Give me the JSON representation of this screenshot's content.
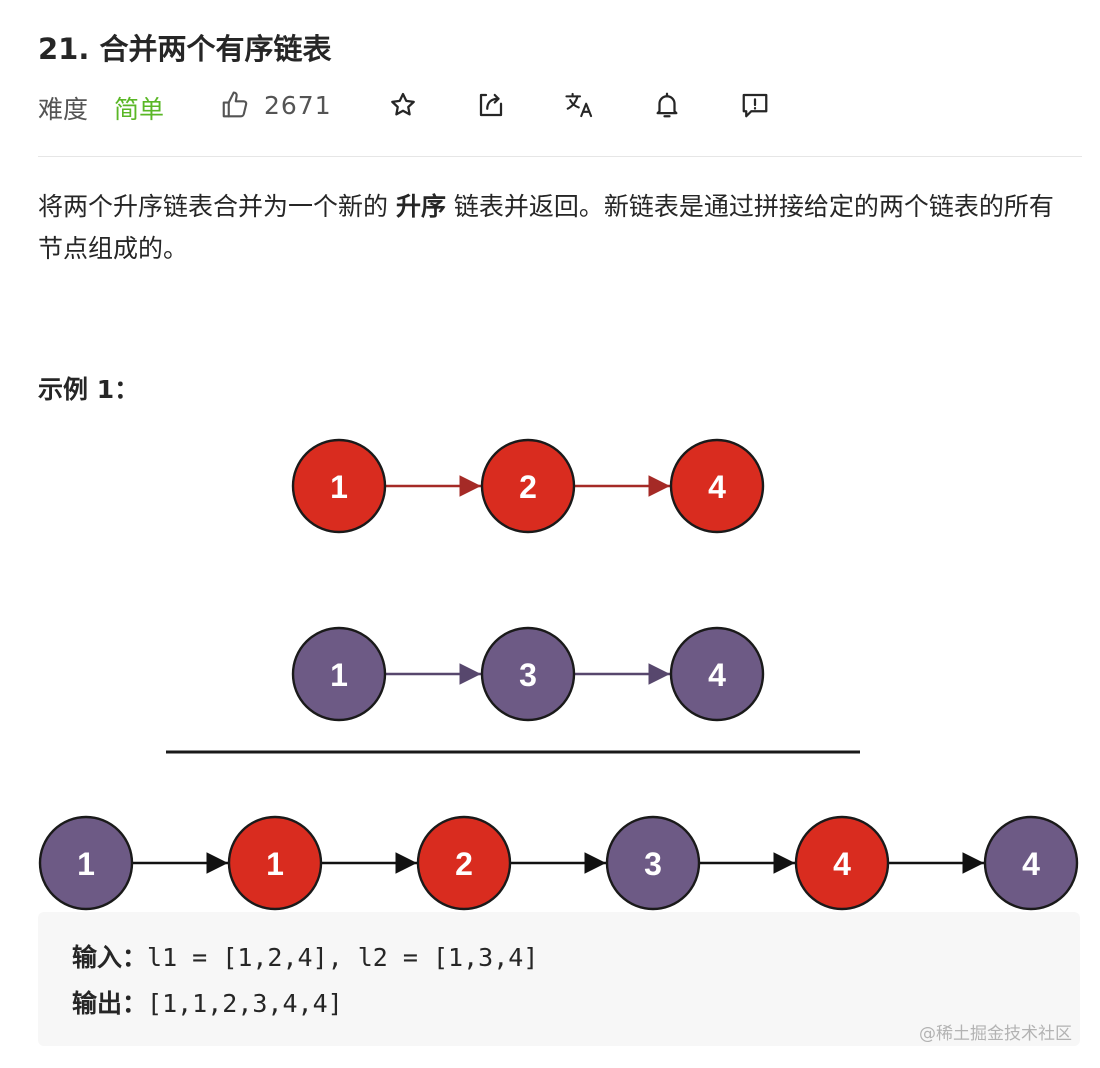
{
  "problem": {
    "title": "21. 合并两个有序链表",
    "difficulty_label": "难度",
    "difficulty_value": "简单",
    "like_count": "2671"
  },
  "toolbar_icons": [
    "thumbs-up-icon",
    "star-icon",
    "share-icon",
    "translate-icon",
    "bell-icon",
    "feedback-icon"
  ],
  "description": {
    "part1": "将两个升序链表合并为一个新的 ",
    "bold": "升序",
    "part2": " 链表并返回。新链表是通过拼接给定的两个链表的所有节点组成的。"
  },
  "example": {
    "title": "示例 1：",
    "list1": [
      "1",
      "2",
      "4"
    ],
    "list2": [
      "1",
      "3",
      "4"
    ],
    "merged": [
      {
        "label": "1",
        "from": "l2"
      },
      {
        "label": "1",
        "from": "l1"
      },
      {
        "label": "2",
        "from": "l1"
      },
      {
        "label": "3",
        "from": "l2"
      },
      {
        "label": "4",
        "from": "l1"
      },
      {
        "label": "4",
        "from": "l2"
      }
    ],
    "input_label": "输入：",
    "input_value": "l1 = [1,2,4], l2 = [1,3,4]",
    "output_label": "输出：",
    "output_value": "[1,1,2,3,4,4]"
  },
  "colors": {
    "l1_fill": "#d92c1f",
    "l2_fill": "#6d5a85",
    "l1_arrow": "#a52a26",
    "l2_arrow": "#57476d",
    "easy": "#5ab726"
  },
  "watermark": "@稀土掘金技术社区"
}
